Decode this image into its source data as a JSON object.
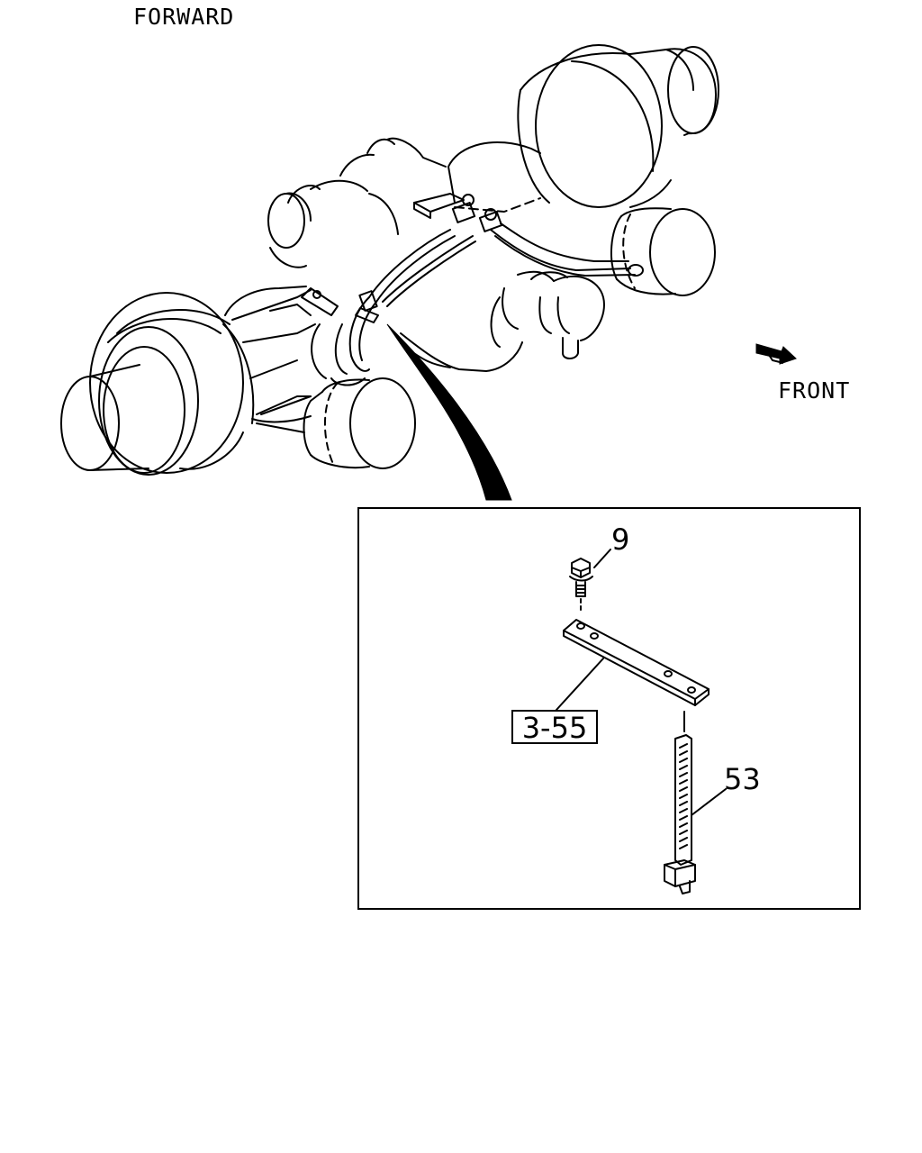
{
  "header": {
    "orientation": "FORWARD"
  },
  "direction": {
    "label": "FRONT"
  },
  "parts": {
    "bolt_ref": "9",
    "bracket_ref": "3-55",
    "tie_ref": "53"
  },
  "colors": {
    "line": "#000000",
    "background": "#ffffff"
  }
}
